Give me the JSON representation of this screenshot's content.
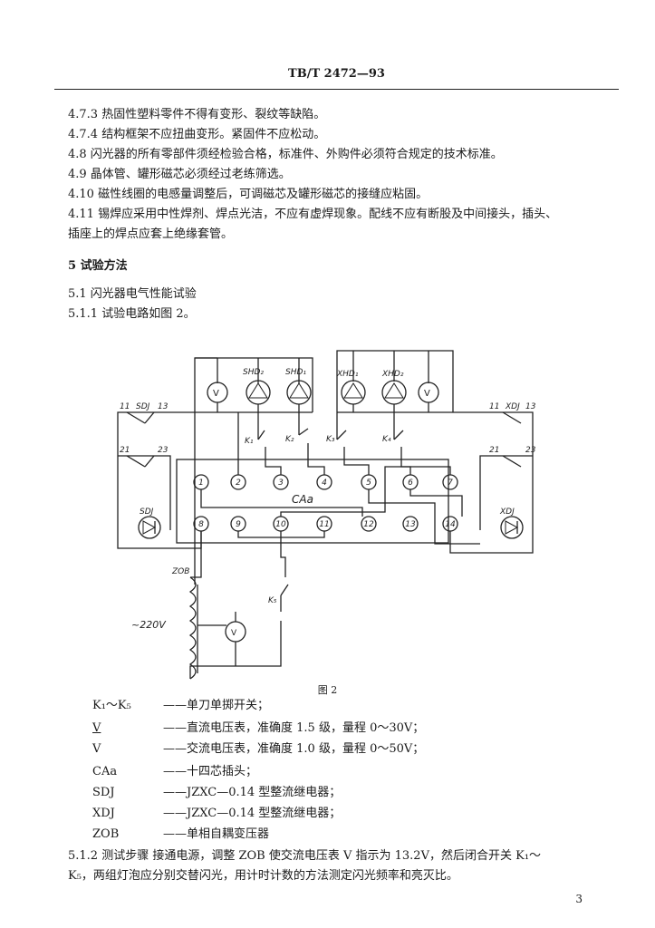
{
  "header": {
    "doc_id": "TB/T 2472—93"
  },
  "clauses": [
    {
      "text": "4.7.3  热固性塑料零件不得有变形、裂纹等缺陷。"
    },
    {
      "text": "4.7.4  结构框架不应扭曲变形。紧固件不应松动。"
    },
    {
      "text": "4.8  闪光器的所有零部件须经检验合格，标准件、外购件必须符合规定的技术标准。"
    },
    {
      "text": "4.9  晶体管、罐形磁芯必须经过老练筛选。"
    },
    {
      "text": "4.10  磁性线圈的电感量调整后，可调磁芯及罐形磁芯的接缝应粘固。"
    },
    {
      "text": "4.11  锡焊应采用中性焊剂、焊点光洁，不应有虚焊现象。配线不应有断股及中间接头，插头、"
    },
    {
      "text": "插座上的焊点应套上绝缘套管。"
    }
  ],
  "section": {
    "title": "5  试验方法"
  },
  "sub1": "5.1  闪光器电气性能试验",
  "sub2": "5.1.1  试验电路如图 2。",
  "figure": {
    "labels": {
      "shd2": "SHD₂",
      "shd1": "SHD₁",
      "xhd1": "XHD₁",
      "xhd2": "XHD₂",
      "sdj_sw": "SDJ",
      "xdj_sw": "XDJ",
      "sdj": "SDJ",
      "xdj": "XDJ",
      "k1": "K₁",
      "k2": "K₂",
      "k3": "K₃",
      "k4": "K₄",
      "k5": "K₅",
      "caa": "CAa",
      "zob": "ZOB",
      "v220": "~220V",
      "t11": "11",
      "t13": "13",
      "t21": "21",
      "t23": "23",
      "t11b": "11",
      "t13b": "13",
      "t21b": "21",
      "t23b": "23",
      "v": "V"
    },
    "pins": [
      "1",
      "2",
      "3",
      "4",
      "5",
      "6",
      "7",
      "8",
      "9",
      "10",
      "11",
      "12",
      "13",
      "14"
    ],
    "caption": "图 2"
  },
  "legend": [
    {
      "sym": "K₁～K₅",
      "desc": "——单刀单掷开关；"
    },
    {
      "sym": "V",
      "desc": "——直流电压表，准确度 1.5 级，量程 0～30V；"
    },
    {
      "sym": "V",
      "desc": "——交流电压表，准确度 1.0 级，量程 0～50V；"
    },
    {
      "sym": "CAa",
      "desc": "——十四芯插头；"
    },
    {
      "sym": "SDJ",
      "desc": "——JZXC—0.14 型整流继电器；"
    },
    {
      "sym": "XDJ",
      "desc": "——JZXC—0.14 型整流继电器；"
    },
    {
      "sym": "ZOB",
      "desc": "——单相自耦变压器"
    }
  ],
  "para_512": [
    "5.1.2  测试步骤  接通电源，调整 ZOB 使交流电压表 V 指示为 13.2V，然后闭合开关 K₁～",
    "K₅，两组灯泡应分别交替闪光，用计时计数的方法测定闪光频率和亮灭比。"
  ],
  "page_number": "3"
}
